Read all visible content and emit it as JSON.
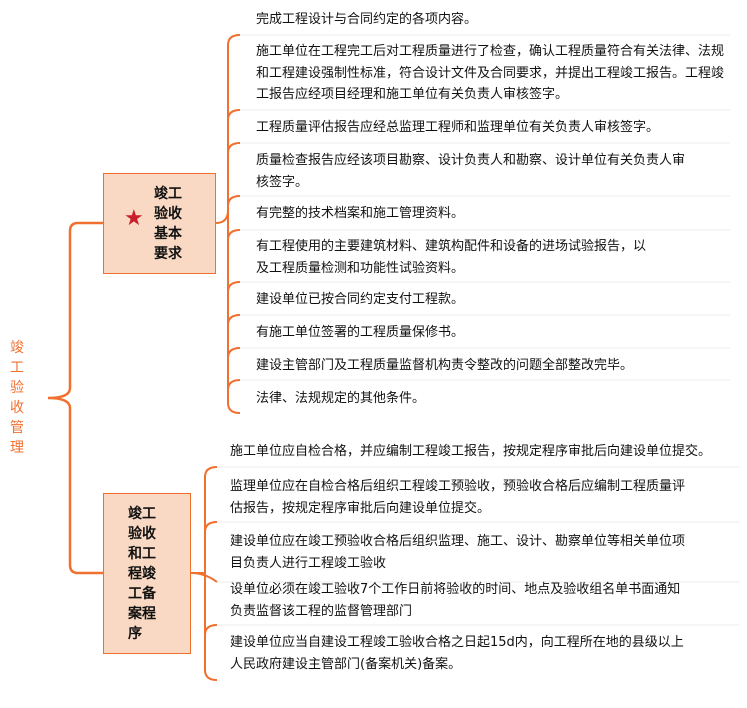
{
  "root": {
    "label": "竣工验收管理"
  },
  "colors": {
    "accent": "#f07030",
    "box_fill": "#f9d9c3",
    "star": "#c8202a"
  },
  "branches": [
    {
      "label": "竣工验收基本要求",
      "icon": "star-icon",
      "items": [
        "完成工程设计与合同约定的各项内容。",
        "施工单位在工程完工后对工程质量进行了检查，确认工程质量符合有关法律、法规和工程建设强制性标准，符合设计文件及合同要求，并提出工程竣工报告。工程竣工报告应经项目经理和施工单位有关负责人审核签字。",
        "工程质量评估报告应经总监理工程师和监理单位有关负责人审核签字。",
        "质量检查报告应经该项目勘察、设计负责人和勘察、设计单位有关负责人审核签字。",
        "有完整的技术档案和施工管理资料。",
        "有工程使用的主要建筑材料、建筑构配件和设备的进场试验报告，以及工程质量检测和功能性试验资料。",
        "建设单位已按合同约定支付工程款。",
        "有施工单位签署的工程质量保修书。",
        "建设主管部门及工程质量监督机构责令整改的问题全部整改完毕。",
        "法律、法规规定的其他条件。"
      ]
    },
    {
      "label": "竣工验收和工程竣工备案程序",
      "items": [
        "施工单位应自检合格，并应编制工程竣工报告，按规定程序审批后向建设单位提交。",
        "监理单位应在自检合格后组织工程竣工预验收，预验收合格后应编制工程质量评估报告，按规定程序审批后向建设单位提交。",
        "建设单位应在竣工预验收合格后组织监理、施工、设计、勘察单位等相关单位项目负责人进行工程竣工验收",
        "设单位必须在竣工验收7个工作日前将验收的时间、地点及验收组名单书面通知负责监督该工程的监督管理部门",
        "建设单位应当自建设工程竣工验收合格之日起15d内，向工程所在地的县级以上人民政府建设主管部门(备案机关)备案。"
      ]
    }
  ]
}
